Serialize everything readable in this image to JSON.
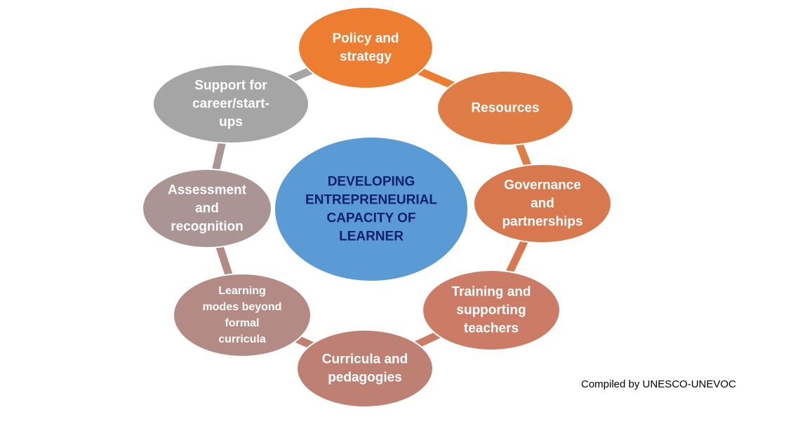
{
  "center": {
    "lines": [
      "DEVELOPING",
      "ENTREPRENEURIAL",
      "CAPACITY OF",
      "LEARNER"
    ],
    "color": "#5b9bd5"
  },
  "nodes": [
    {
      "id": "policy-and-strategy",
      "lines": [
        "Policy and",
        "strategy"
      ],
      "color": "#ed7d31"
    },
    {
      "id": "resources",
      "lines": [
        "Resources"
      ],
      "color": "#e07c45"
    },
    {
      "id": "governance-and-partnerships",
      "lines": [
        "Governance",
        "and",
        "partnerships"
      ],
      "color": "#d8784e"
    },
    {
      "id": "training-and-supporting-teachers",
      "lines": [
        "Training and",
        "supporting",
        "teachers"
      ],
      "color": "#cc7c66"
    },
    {
      "id": "curricula-and-pedagogies",
      "lines": [
        "Curricula and",
        "pedagogies"
      ],
      "color": "#bf8074"
    },
    {
      "id": "learning-modes-beyond-formal-curricula",
      "lines": [
        "Learning",
        "modes beyond",
        "formal",
        "curricula"
      ],
      "color": "#b48a84"
    },
    {
      "id": "assessment-and-recognition",
      "lines": [
        "Assessment",
        "and",
        "recognition"
      ],
      "color": "#aa9594"
    },
    {
      "id": "support-for-career-start-ups",
      "lines": [
        "Support for",
        "career/start-",
        "ups"
      ],
      "color": "#a5a5a5"
    }
  ],
  "credit": "Compiled by UNESCO-UNEVOC"
}
